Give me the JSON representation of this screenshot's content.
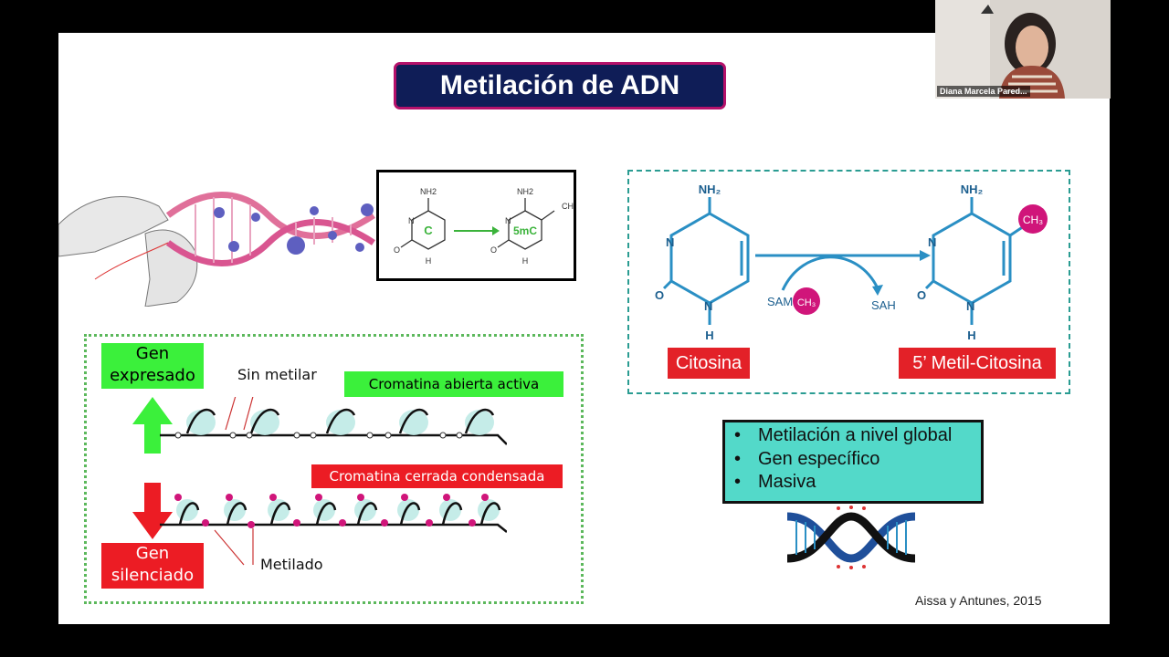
{
  "slide": {
    "title": "Metilación de ADN",
    "molecule_box": {
      "c_label": "C",
      "mc_label": "5mC",
      "nh2": "NH2",
      "ch3": "CH3",
      "n": "N",
      "o": "O",
      "h": "H"
    },
    "reaction": {
      "nh2_left": "NH₂",
      "nh2_right": "NH₂",
      "n": "N",
      "o": "O",
      "h": "H",
      "ch3": "CH₃",
      "sam": "SAM",
      "ch3_small": "CH₃",
      "sah": "SAH",
      "left_label": "Citosina",
      "right_label": "5’ Metil-Citosina"
    },
    "chromatin": {
      "gen_expresado": [
        "Gen",
        "expresado"
      ],
      "sin_metilar": "Sin metilar",
      "open_label": "Cromatina abierta activa",
      "closed_label": "Cromatina cerrada condensada",
      "gen_silenciado": [
        "Gen",
        "silenciado"
      ],
      "metilado": "Metilado"
    },
    "bullets": [
      "Metilación a nivel global",
      "Gen específico",
      "Masiva"
    ],
    "citation": "Aissa y Antunes, 2015",
    "colors": {
      "title_bg": "#0f1d57",
      "title_border": "#b5116a",
      "teal": "#2a9c92",
      "blue": "#2a8fc4",
      "magenta": "#d0157a",
      "green": "#3bf03b",
      "red": "#ec1c24"
    }
  },
  "webcam": {
    "participant_name": "Diana Marcela Pared..."
  }
}
